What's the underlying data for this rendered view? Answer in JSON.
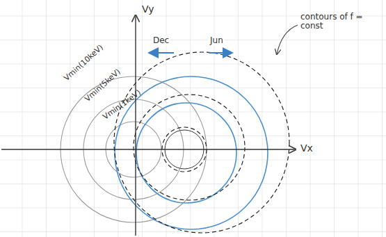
{
  "diagram": {
    "labels": [
      "Vy",
      "Vx",
      "Vmin(10keV)",
      "Vmin(5keV)",
      "Vmin(1keV)",
      "Dec",
      "Jun",
      "contours of f = const"
    ]
  }
}
